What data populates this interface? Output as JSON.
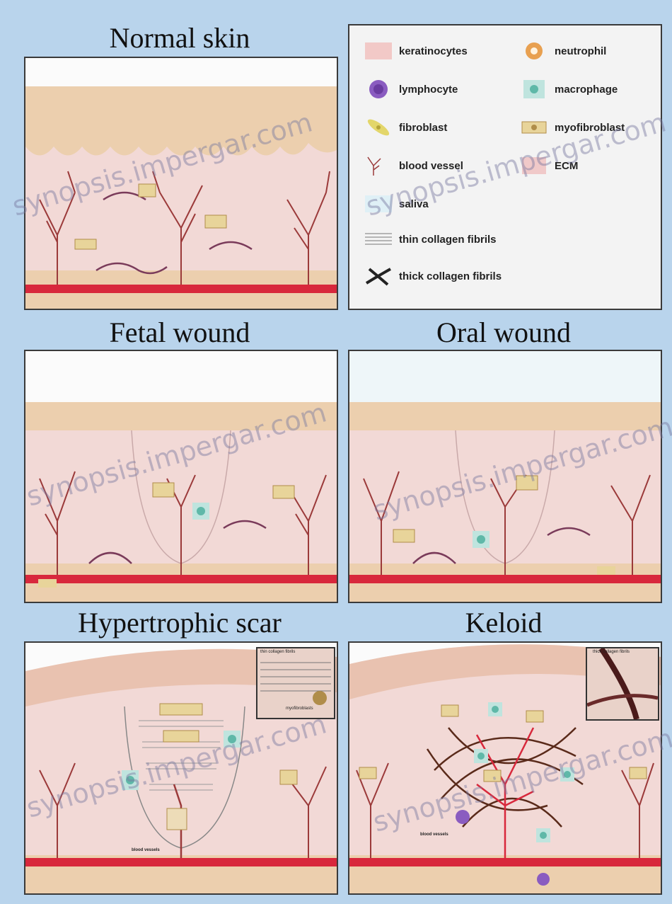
{
  "panels": {
    "normal": {
      "title": "Normal skin"
    },
    "fetal": {
      "title": "Fetal wound"
    },
    "oral": {
      "title": "Oral wound"
    },
    "hypertrophic": {
      "title": "Hypertrophic scar",
      "inset_caption": "thin collagen fibrils",
      "inset_sub": "myofibroblasts",
      "bottom_label": "blood vessels"
    },
    "keloid": {
      "title": "Keloid",
      "inset_caption": "thick collagen fibrils",
      "bottom_label": "blood vessels"
    }
  },
  "legend": {
    "items": [
      {
        "label": "keratinocytes",
        "icon": "keratinocyte-icon"
      },
      {
        "label": "neutrophil",
        "icon": "neutrophil-icon"
      },
      {
        "label": "lymphocyte",
        "icon": "lymphocyte-icon"
      },
      {
        "label": "macrophage",
        "icon": "macrophage-icon"
      },
      {
        "label": "fibroblast",
        "icon": "fibroblast-icon"
      },
      {
        "label": "myofibroblast",
        "icon": "myofibroblast-icon"
      },
      {
        "label": "blood vessel",
        "icon": "blood-vessel-icon"
      },
      {
        "label": "ECM",
        "icon": "ecm-icon"
      },
      {
        "label": "saliva",
        "icon": "saliva-icon"
      },
      {
        "label": "thin collagen fibrils",
        "icon": "thin-collagen-icon"
      },
      {
        "label": "thick collagen fibrils",
        "icon": "thick-collagen-icon"
      }
    ]
  },
  "watermark": "synopsis.impergar.com",
  "colors": {
    "background": "#b9d4ec",
    "dermis": "#f2cfcf",
    "epidermis": "#eccfae",
    "vessel": "#d8283c",
    "neutrophil": "#e8a050",
    "lymphocyte": "#8a5cc0",
    "macrophage": "#5fb8a8"
  }
}
